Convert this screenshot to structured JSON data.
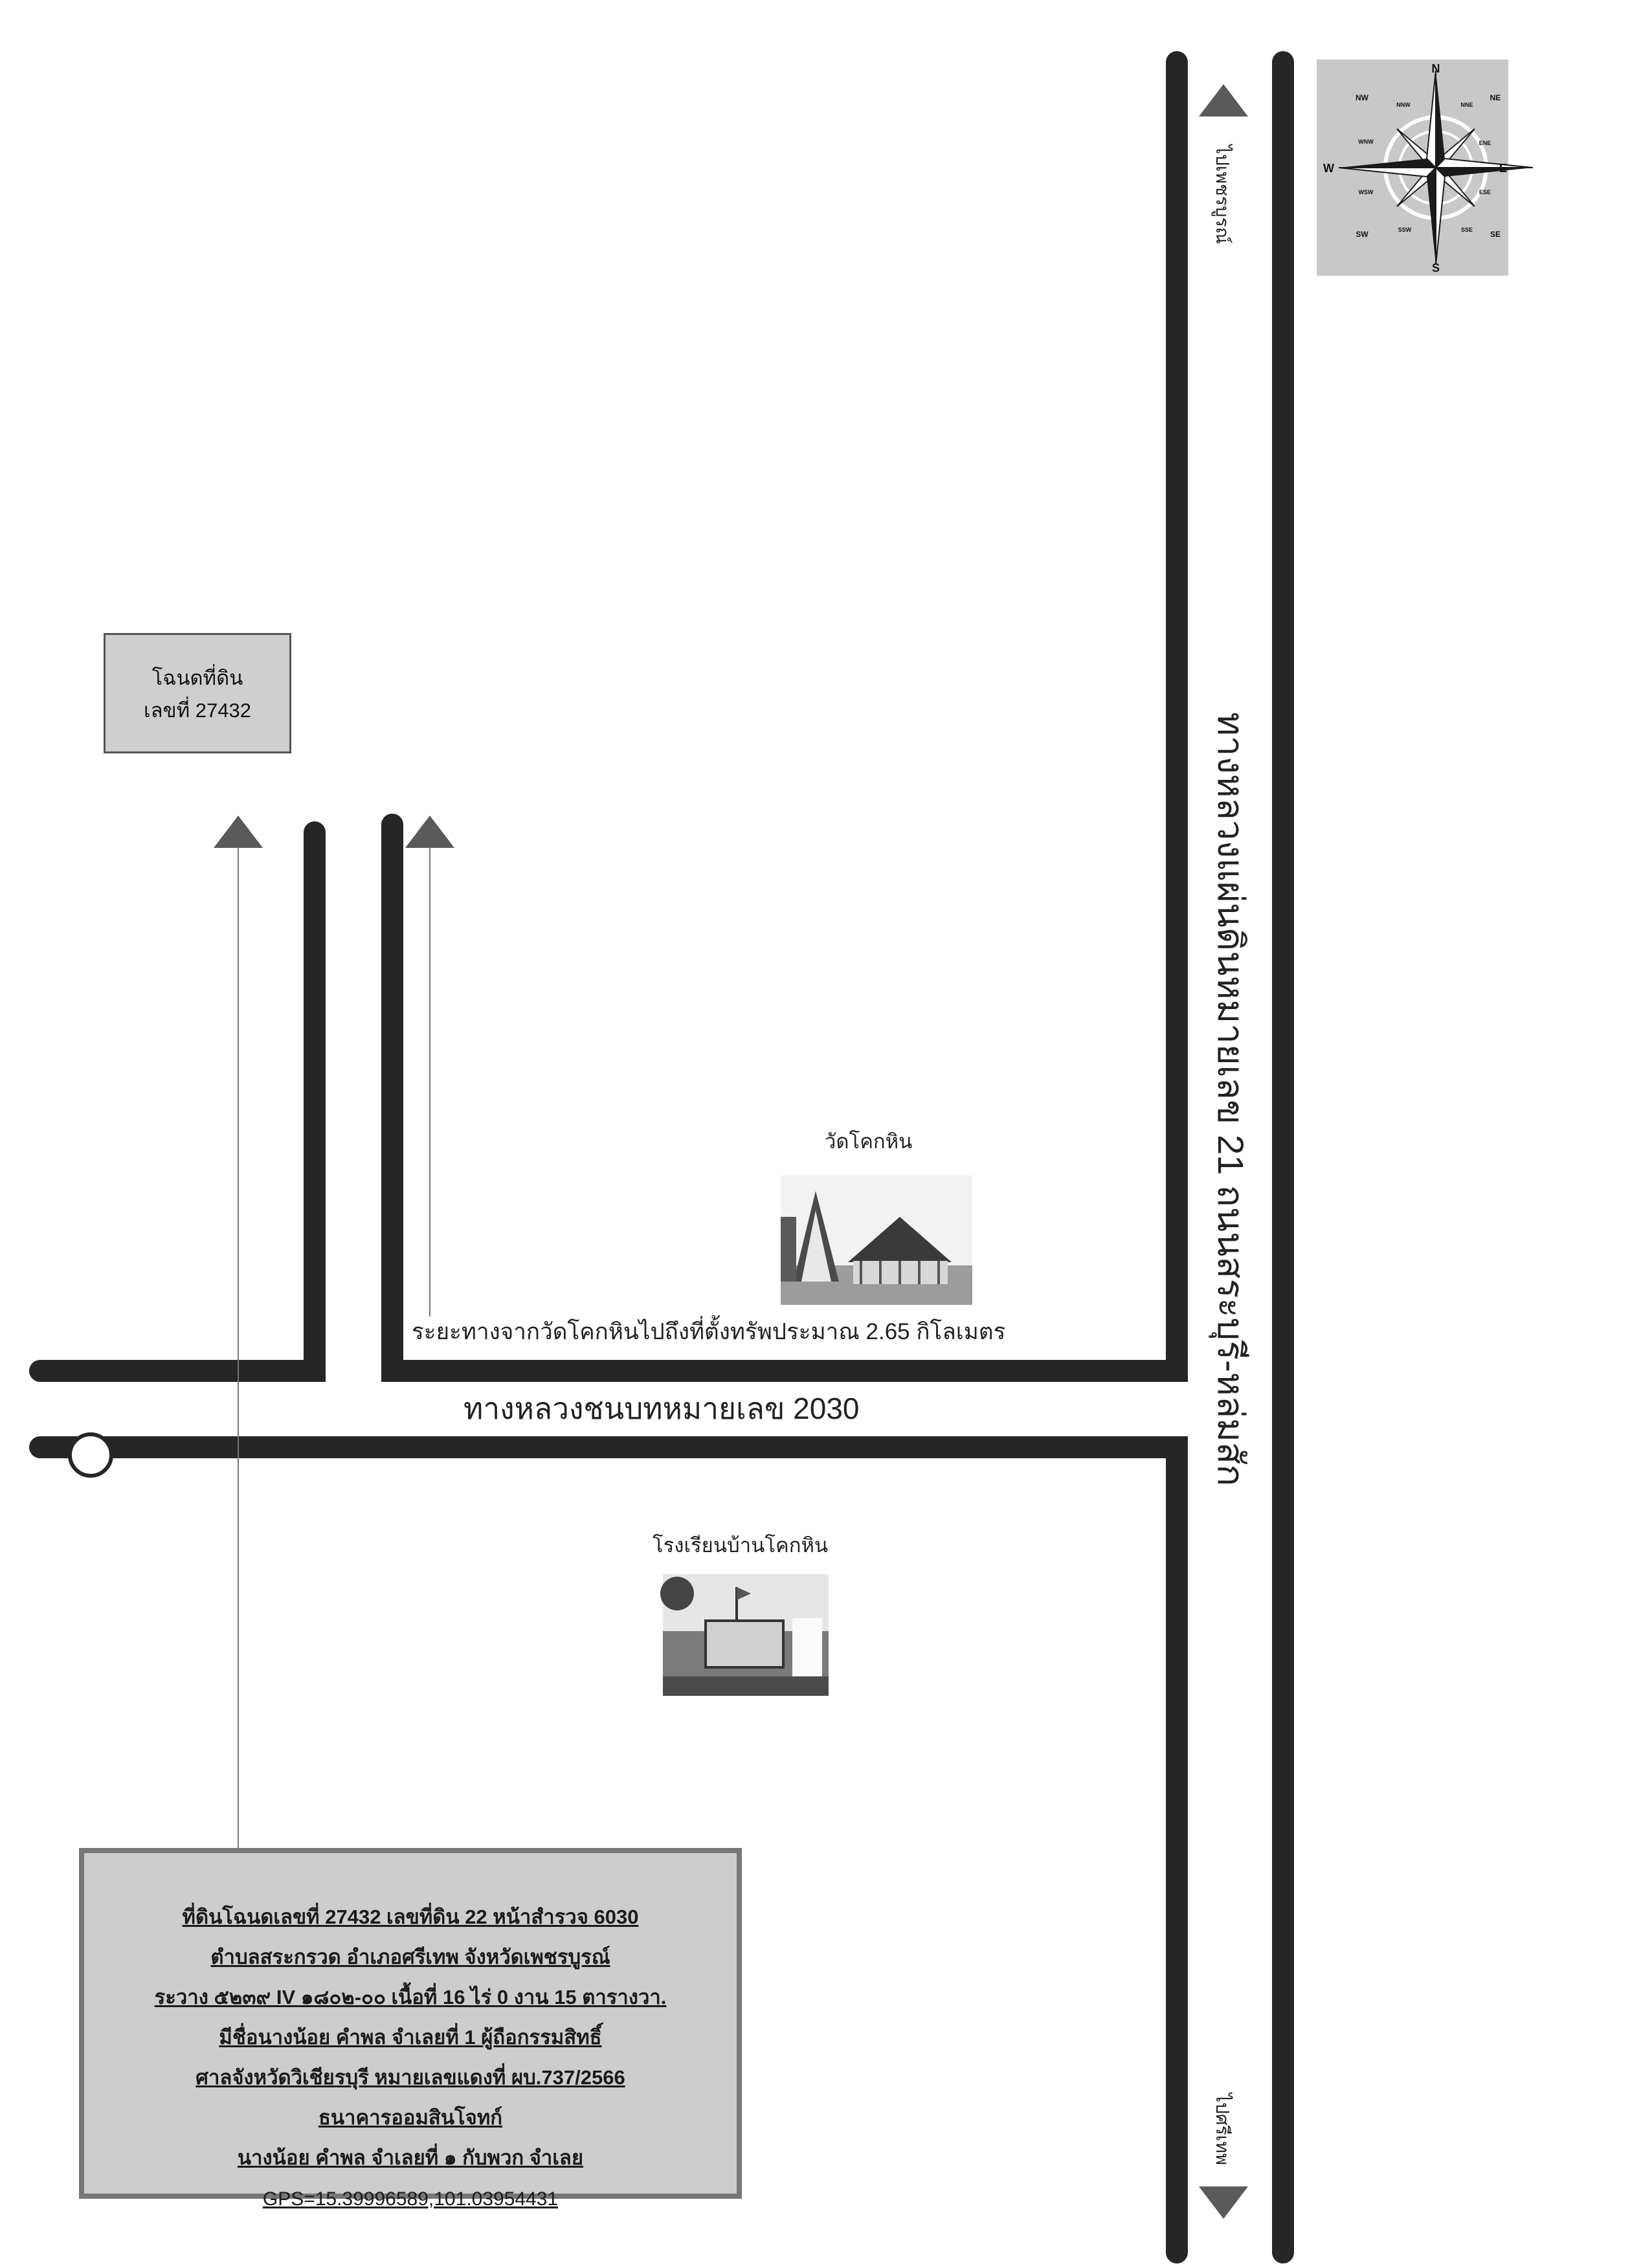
{
  "compass": {
    "directions": [
      "N",
      "NNE",
      "NE",
      "ENE",
      "E",
      "ESE",
      "SE",
      "SSE",
      "S",
      "SSW",
      "SW",
      "WSW",
      "W",
      "WNW",
      "NW",
      "NNW"
    ]
  },
  "roads": {
    "highway_21": "ทางหลวงแผ่นดินหมายเลข 21 ถนนสระบุรี-หล่มสัก",
    "rural_2030": "ทางหลวงชนบทหมายเลข 2030",
    "to_north": "ไปเพชรบูรณ์",
    "to_south": "ไปศรีเทพ"
  },
  "deed_box": {
    "line1": "โฉนดที่ดิน",
    "line2": "เลขที่ 27432"
  },
  "landmarks": {
    "temple": "วัดโคกหิน",
    "school": "โรงเรียนบ้านโคกหิน",
    "distance": "ระยะทางจากวัดโคกหินไปถึงที่ตั้งทรัพประมาณ 2.65  กิโลเมตร"
  },
  "info": {
    "line1": "ที่ดินโฉนดเลขที่ 27432 เลขที่ดิน 22 หน้าสำรวจ 6030",
    "line2": "ตำบลสระกรวด อำเภอศรีเทพ จังหวัดเพชรบูรณ์",
    "line3": "ระวาง ๕๒๓๙ IV ๑๘๐๒-๐๐ เนื้อที่ 16 ไร่ 0 งาน 15 ตารางวา.",
    "line4": "มีชื่อนางน้อย คำพล จำเลยที่ 1 ผู้ถือกรรมสิทธิ์",
    "line5": "ศาลจังหวัดวิเชียรบุรี หมายเลขแดงที่ ผบ.737/2566",
    "line6": "ธนาคารออมสินโจทก์",
    "line7": "นางน้อย คำพล จำเลยที่ ๑ กับพวก จำเลย",
    "gps": "GPS=15.39996589,101.03954431"
  },
  "colors": {
    "road": "#262626",
    "arrow": "#5a5a5a",
    "box_fill": "#cdcdcd",
    "compass_bg": "#c8c8c8"
  }
}
